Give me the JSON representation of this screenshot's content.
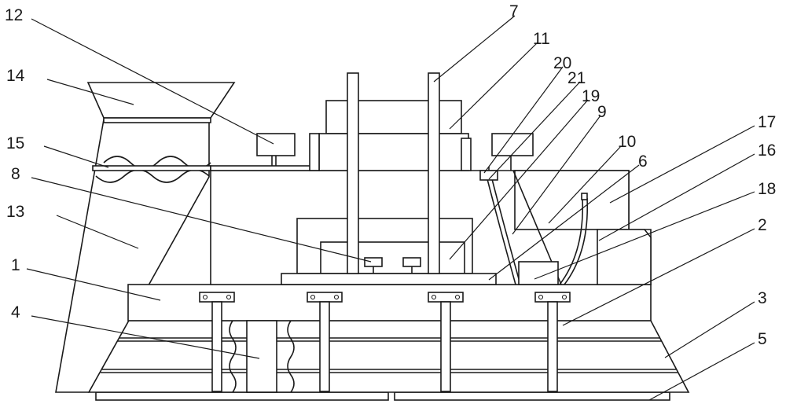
{
  "figure": {
    "callouts": [
      {
        "id": "c12",
        "text": "12"
      },
      {
        "id": "c14",
        "text": "14"
      },
      {
        "id": "c15",
        "text": "15"
      },
      {
        "id": "c8",
        "text": "8"
      },
      {
        "id": "c13",
        "text": "13"
      },
      {
        "id": "c1",
        "text": "1"
      },
      {
        "id": "c4",
        "text": "4"
      },
      {
        "id": "c7",
        "text": "7"
      },
      {
        "id": "c11",
        "text": "11"
      },
      {
        "id": "c20",
        "text": "20"
      },
      {
        "id": "c21",
        "text": "21"
      },
      {
        "id": "c19",
        "text": "19"
      },
      {
        "id": "c9",
        "text": "9"
      },
      {
        "id": "c10",
        "text": "10"
      },
      {
        "id": "c6",
        "text": "6"
      },
      {
        "id": "c17",
        "text": "17"
      },
      {
        "id": "c16",
        "text": "16"
      },
      {
        "id": "c18",
        "text": "18"
      },
      {
        "id": "c2",
        "text": "2"
      },
      {
        "id": "c3",
        "text": "3"
      },
      {
        "id": "c5",
        "text": "5"
      }
    ]
  }
}
